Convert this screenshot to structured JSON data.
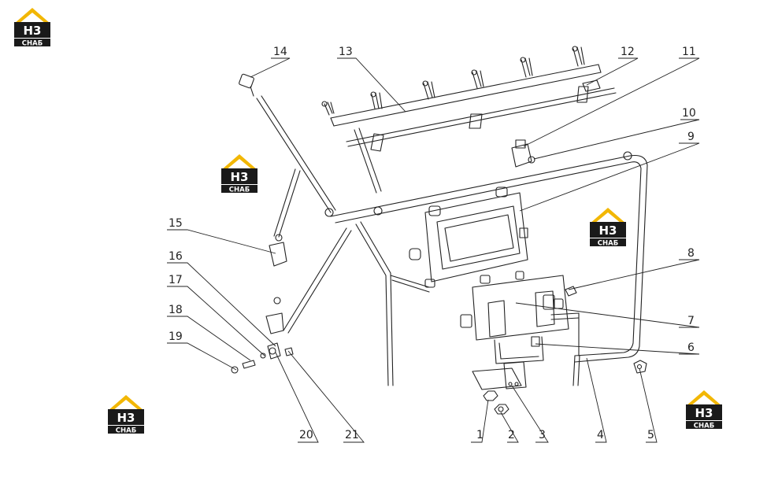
{
  "logo": {
    "mark": "H3",
    "wordmark": "CHAБ",
    "colors": {
      "roof": "#f2b705",
      "box": "#1a1a1a",
      "text": "#ffffff"
    }
  },
  "callouts": [
    "1",
    "2",
    "3",
    "4",
    "5",
    "6",
    "7",
    "8",
    "9",
    "10",
    "11",
    "12",
    "13",
    "14",
    "15",
    "16",
    "17",
    "18",
    "19",
    "20",
    "21"
  ]
}
